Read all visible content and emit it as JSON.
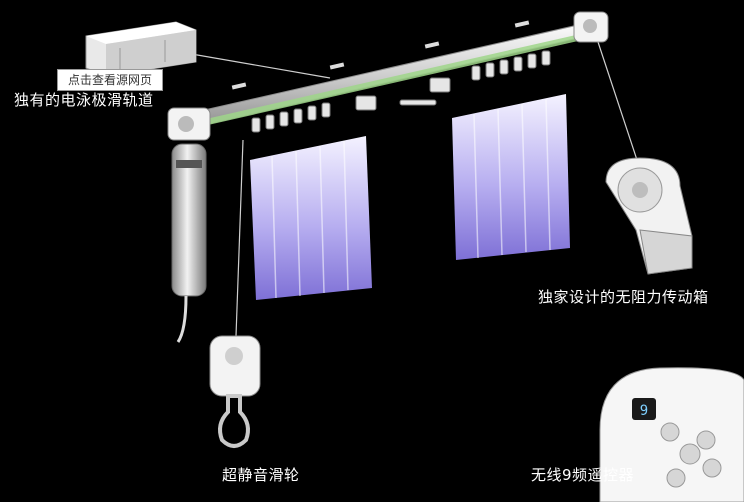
{
  "overlay": {
    "view_source_label": "点击查看源网页"
  },
  "captions": {
    "track": "独有的电泳极滑轨道",
    "gearbox": "独家设计的无阻力传动箱",
    "pulley": "超静音滑轮",
    "remote": "无线9频遥控器"
  },
  "remote_display_digit": "9",
  "colors": {
    "background": "#000000",
    "caption": "#ffffff",
    "curtain": "#8c80d8",
    "track": "#d9d9d9"
  }
}
